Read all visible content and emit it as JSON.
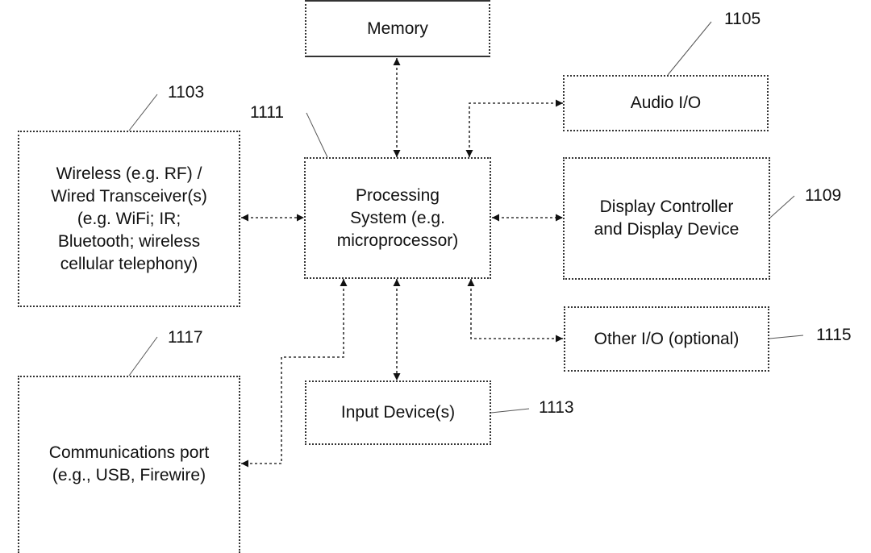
{
  "diagram": {
    "type": "block-diagram",
    "blocks": {
      "memory": {
        "label": "Memory"
      },
      "wireless": {
        "label": "Wireless (e.g. RF) /\nWired Transceiver(s)\n(e.g. WiFi; IR;\nBluetooth; wireless\ncellular telephony)",
        "ref": "1103"
      },
      "processing": {
        "label": "Processing\nSystem (e.g.\nmicroprocessor)",
        "ref": "1111"
      },
      "audio": {
        "label": "Audio I/O",
        "ref": "1105"
      },
      "display": {
        "label": "Display Controller\nand Display Device",
        "ref": "1109"
      },
      "other_io": {
        "label": "Other I/O (optional)",
        "ref": "1115"
      },
      "input": {
        "label": "Input Device(s)",
        "ref": "1113"
      },
      "comm_port": {
        "label": "Communications port\n(e.g., USB, Firewire)",
        "ref": "1117"
      }
    },
    "connections": [
      {
        "from": "processing",
        "to": "memory",
        "direction": "bidirectional"
      },
      {
        "from": "processing",
        "to": "audio",
        "direction": "bidirectional"
      },
      {
        "from": "processing",
        "to": "wireless",
        "direction": "bidirectional"
      },
      {
        "from": "processing",
        "to": "display",
        "direction": "bidirectional"
      },
      {
        "from": "processing",
        "to": "other_io",
        "direction": "bidirectional"
      },
      {
        "from": "processing",
        "to": "input",
        "direction": "bidirectional"
      },
      {
        "from": "processing",
        "to": "comm_port",
        "direction": "bidirectional"
      }
    ]
  }
}
